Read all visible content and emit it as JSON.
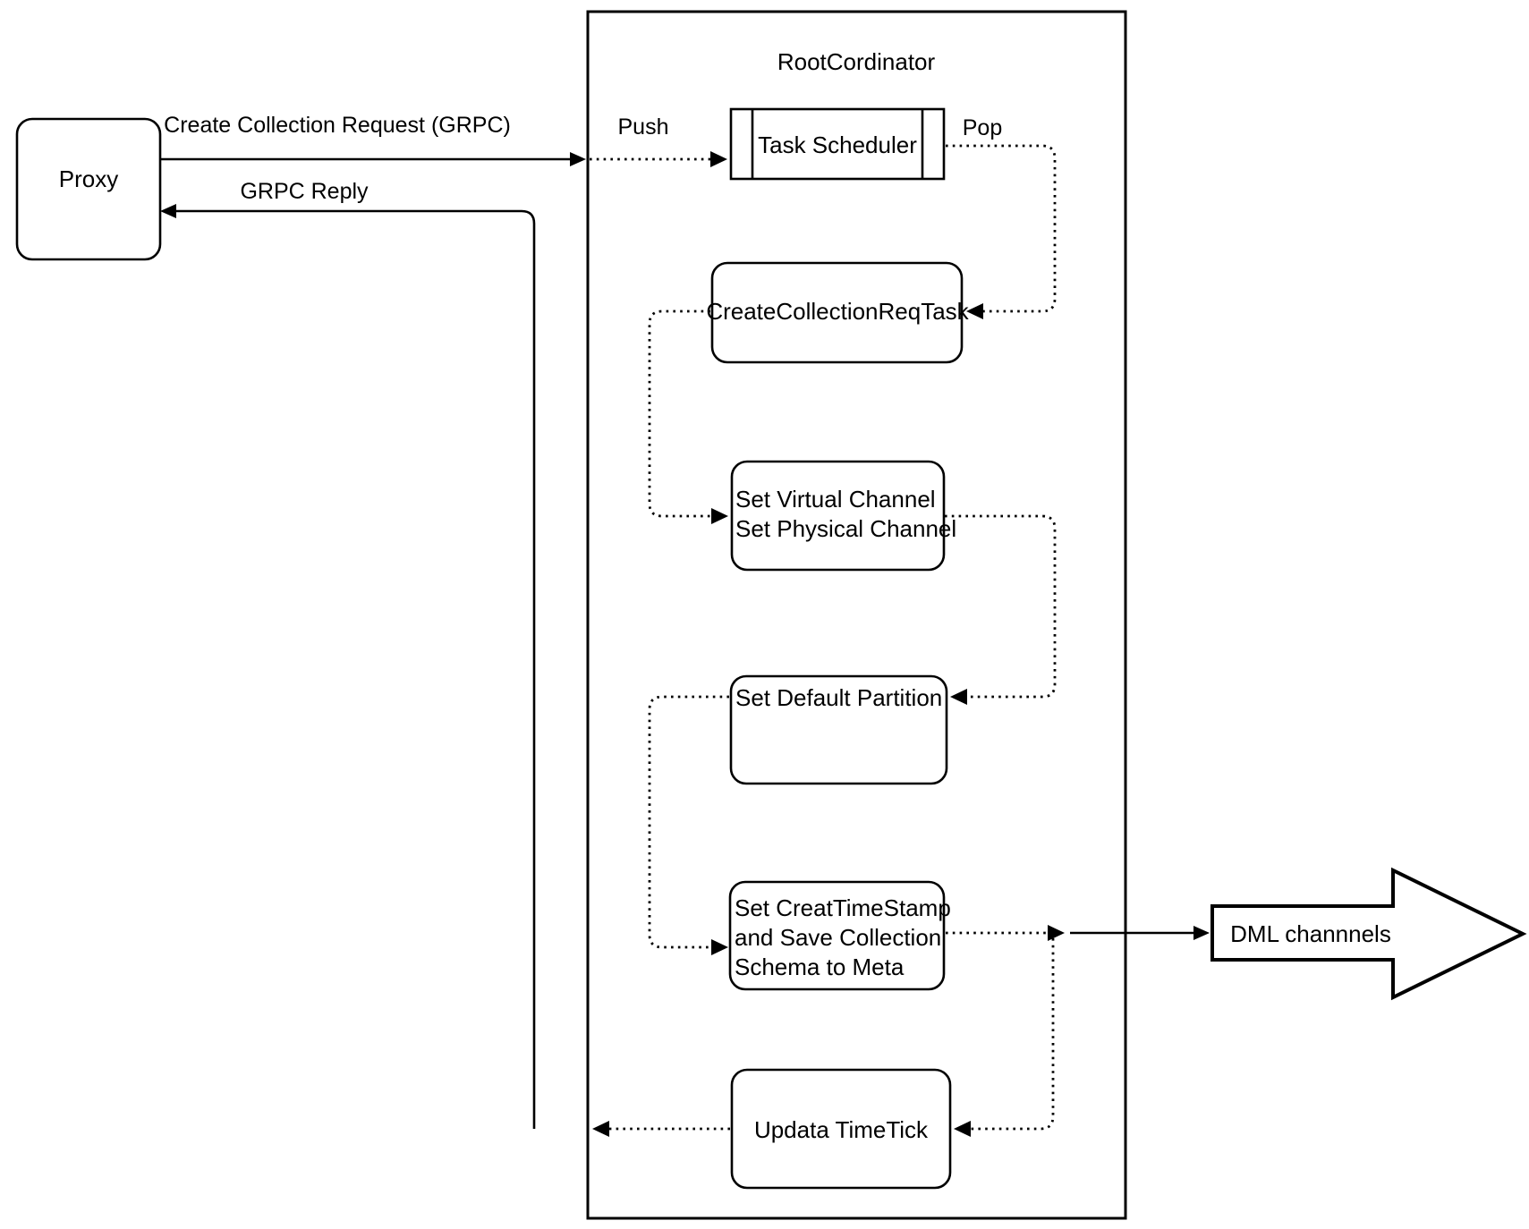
{
  "diagram": {
    "title_container": "RootCordinator",
    "nodes": {
      "proxy": {
        "label": "Proxy"
      },
      "task_scheduler": {
        "label": "Task Scheduler"
      },
      "create_collection_req_task": {
        "label": "CreateCollectionReqTask"
      },
      "set_channel": {
        "line1": "Set Virtual Channel",
        "line2": "Set Physical Channel"
      },
      "set_default_partition": {
        "label": "Set Default Partition"
      },
      "set_creat_timestamp": {
        "line1": "Set CreatTimeStamp",
        "line2": "and Save Collection",
        "line3": "Schema to Meta"
      },
      "updata_timetick": {
        "label": "Updata TimeTick"
      },
      "dml_channels": {
        "label": "DML channnels"
      }
    },
    "edge_labels": {
      "create_collection_request": "Create Collection Request (GRPC)",
      "grpc_reply": "GRPC Reply",
      "push": "Push",
      "pop": "Pop"
    },
    "colors": {
      "stroke": "#000000",
      "fill": "#ffffff",
      "background": "#ffffff"
    }
  }
}
